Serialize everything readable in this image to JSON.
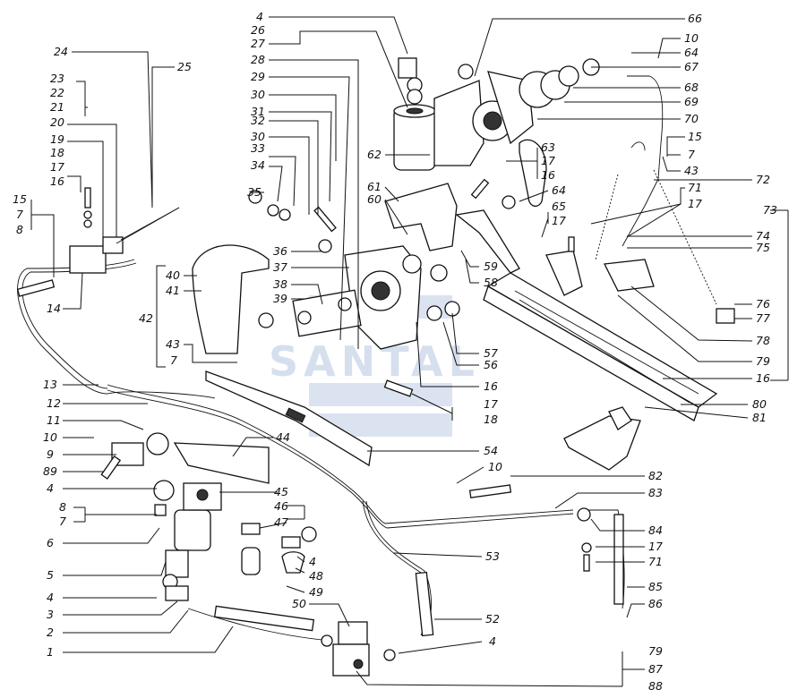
{
  "diagram": {
    "watermark": "SANTAL",
    "callouts": {
      "l1": "1",
      "l2": "2",
      "l3": "3",
      "l4a": "4",
      "l5": "5",
      "l6": "6",
      "l7a": "7",
      "l8a": "8",
      "l89": "89",
      "l9": "9",
      "l10a": "10",
      "l11": "11",
      "l12": "12",
      "l13": "13",
      "l14": "14",
      "l8b": "8",
      "l7b": "7",
      "l15a": "15",
      "l16a": "16",
      "l17a": "17",
      "l18a": "18",
      "l19": "19",
      "l20": "20",
      "l21": "21",
      "l22": "22",
      "l23": "23",
      "l24": "24",
      "l25": "25",
      "l4b": "4",
      "l26": "26",
      "l27": "27",
      "l28": "28",
      "l29": "29",
      "l30a": "30",
      "l31": "31",
      "l32": "32",
      "l30b": "30",
      "l33": "33",
      "l34": "34",
      "l35": "35",
      "l36": "36",
      "l37": "37",
      "l38": "38",
      "l39": "39",
      "l40": "40",
      "l41": "41",
      "l42": "42",
      "l43": "43",
      "l7c": "7",
      "l44": "44",
      "l45": "45",
      "l46": "46",
      "l47": "47",
      "l4c": "4",
      "l48": "48",
      "l49": "49",
      "l50": "50",
      "l4d": "4",
      "l52": "52",
      "l53": "53",
      "l54": "54",
      "l16b": "16",
      "l17b": "17",
      "l18b": "18",
      "l56": "56",
      "l57": "57",
      "l58": "58",
      "l59": "59",
      "l60": "60",
      "l61": "61",
      "l62": "62",
      "l63": "63",
      "l17c": "17",
      "l16c": "16",
      "l64a": "64",
      "l65": "65",
      "l17d": "17",
      "l66": "66",
      "l10b": "10",
      "l64b": "64",
      "l67": "67",
      "l68": "68",
      "l69": "69",
      "l70": "70",
      "l15b": "15",
      "l7d": "7",
      "l43b": "43",
      "l72": "72",
      "l71a": "71",
      "l17e": "17",
      "l73": "73",
      "l74": "74",
      "l75": "75",
      "l76": "76",
      "l77": "77",
      "l78": "78",
      "l79a": "79",
      "l16d": "16",
      "l80": "80",
      "l81": "81",
      "l10c": "10",
      "l82": "82",
      "l83": "83",
      "l84": "84",
      "l17f": "17",
      "l71b": "71",
      "l85": "85",
      "l86": "86",
      "l79b": "79",
      "l87": "87",
      "l88": "88"
    }
  }
}
